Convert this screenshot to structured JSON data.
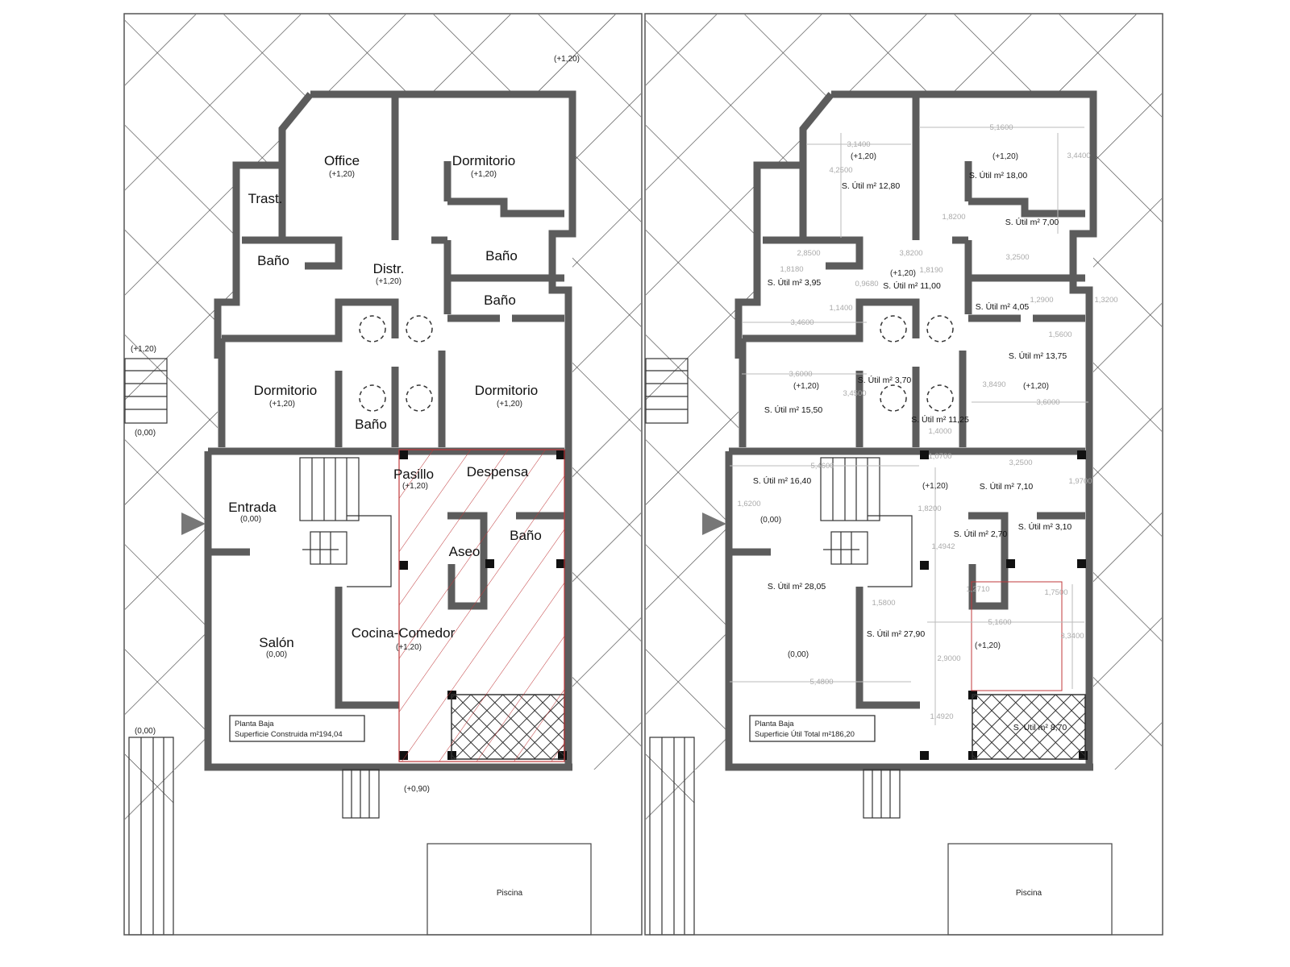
{
  "left_plan": {
    "rooms": [
      {
        "name": "Office",
        "level": "(+1,20)"
      },
      {
        "name": "Dormitorio",
        "level": "(+1,20)"
      },
      {
        "name": "Trast.",
        "level": ""
      },
      {
        "name": "Baño",
        "level": ""
      },
      {
        "name": "Distr.",
        "level": "(+1,20)"
      },
      {
        "name": "Baño",
        "level": ""
      },
      {
        "name": "Baño",
        "level": ""
      },
      {
        "name": "Dormitorio",
        "level": "(+1,20)"
      },
      {
        "name": "Baño",
        "level": ""
      },
      {
        "name": "Dormitorio",
        "level": "(+1,20)"
      },
      {
        "name": "Pasillo",
        "level": "(+1,20)"
      },
      {
        "name": "Despensa",
        "level": ""
      },
      {
        "name": "Entrada",
        "level": "(0,00)"
      },
      {
        "name": "Aseo",
        "level": ""
      },
      {
        "name": "Baño",
        "level": ""
      },
      {
        "name": "Salón",
        "level": "(0,00)"
      },
      {
        "name": "Cocina-Comedor",
        "level": "(+1,20)"
      }
    ],
    "levels": [
      "(+1,20)",
      "(+1,20)",
      "(0,00)",
      "(0,00)",
      "(+0,90)"
    ],
    "legend": {
      "title": "Planta Baja",
      "subtitle": "Superficie Construida m²194,04"
    },
    "pool_label": "Piscina"
  },
  "right_plan": {
    "areas": [
      "S. Útil m² 12,80",
      "S. Útil m² 18,00",
      "S. Útil m² 7,00",
      "S. Útil m² 3,95",
      "S. Útil m² 11,00",
      "S. Útil m² 4,05",
      "S. Útil m² 13,75",
      "S. Útil m² 3,70",
      "S. Útil m² 15,50",
      "S. Útil m² 11,25",
      "S. Útil m² 16,40",
      "S. Útil m² 7,10",
      "S. Útil m² 3,10",
      "S. Útil m² 2,70",
      "S. Útil m² 28,05",
      "S. Útil m² 27,90",
      "S. Útil m² 8,70"
    ],
    "levels": [
      "(+1,20)",
      "(+1,20)",
      "(+1,20)",
      "(+1,20)",
      "(+1,20)",
      "(+1,20)",
      "(0,00)",
      "(+1,20)",
      "(0,00)"
    ],
    "dimensions": [
      "3,1400",
      "4,2500",
      "5,1600",
      "3,4400",
      "1,8200",
      "3,2500",
      "2,8500",
      "3,8200",
      "1,8180",
      "1,8190",
      "0,9680",
      "1,1400",
      "3,4600",
      "1,2900",
      "1,3200",
      "1,5600",
      "3,6000",
      "3,4500",
      "3,8490",
      "3,6000",
      "1,4000",
      "3,2500",
      "1,9700",
      "5,4600",
      "1,8200",
      "1,4942",
      "1,6200",
      "1,2710",
      "1,7500",
      "1,5800",
      "5,1600",
      "3,3400",
      "2,9000",
      "5,4800",
      "1,4920",
      "1,0700"
    ],
    "legend": {
      "title": "Planta Baja",
      "subtitle": "Superficie Útil Total m²186,20"
    },
    "pool_label": "Piscina"
  },
  "colors": {
    "walls": "#5c5c5c",
    "hatch": "#444444",
    "highlight": "#c0393b"
  }
}
